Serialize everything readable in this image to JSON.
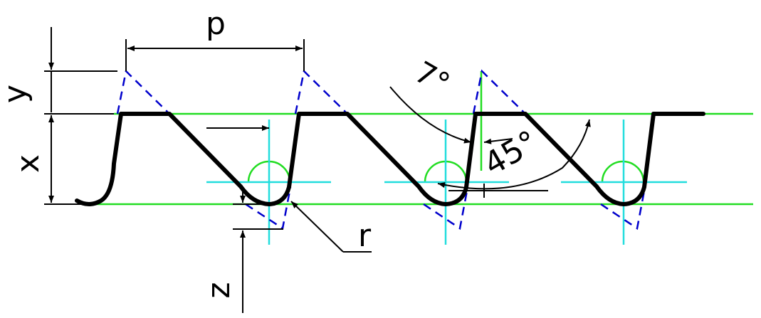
{
  "labels": {
    "pitch": "p",
    "tooth_height": "x",
    "top_extension": "y",
    "bottom_extension": "z",
    "radius": "r",
    "flank_angle": "7°",
    "slope_angle": "45°"
  },
  "colors": {
    "profile": "#000000",
    "construction_green": "#22dd22",
    "centerline_cyan": "#22dddd",
    "hidden_blue": "#0000cc",
    "dimension": "#000000"
  }
}
